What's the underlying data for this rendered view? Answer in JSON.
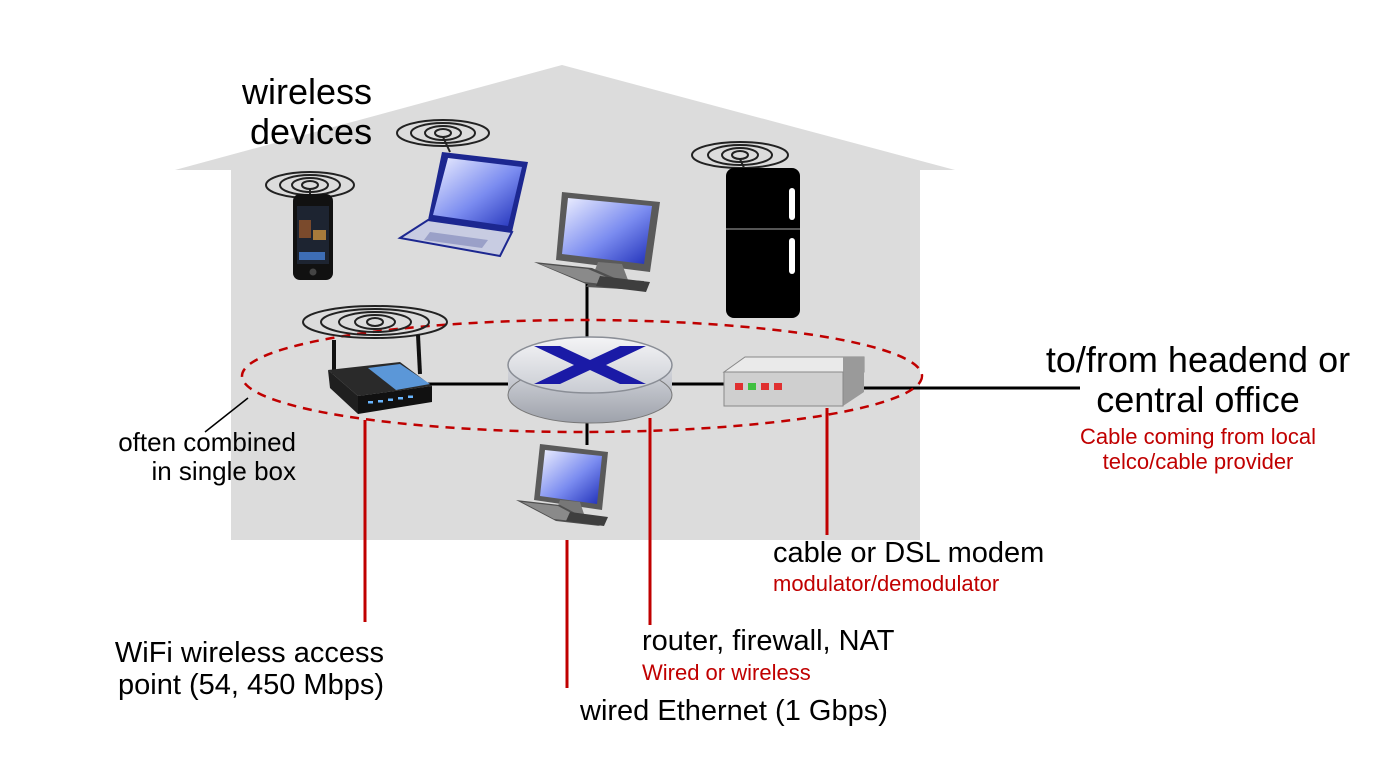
{
  "labels": {
    "wireless_devices": [
      "wireless",
      "devices"
    ],
    "combined": [
      "often combined",
      "in single box"
    ],
    "headend": [
      "to/from headend or",
      "central office"
    ],
    "headend_note": [
      "Cable coming from local",
      "telco/cable provider"
    ],
    "modem": "cable or DSL modem",
    "modem_note": "modulator/demodulator",
    "router": "router, firewall, NAT",
    "router_note": "Wired or wireless",
    "wifi_ap": [
      "WiFi wireless access",
      "point (54, 450 Mbps)"
    ],
    "ethernet": "wired Ethernet (1 Gbps)"
  },
  "icons": [
    "smartphone-icon",
    "laptop-icon",
    "desktop-computer-icon",
    "refrigerator-icon",
    "wifi-router-icon",
    "network-router-icon",
    "modem-icon"
  ],
  "colors": {
    "house": "#dcdcdc",
    "callout": "#c00000",
    "router_x": "#1a1aa6",
    "screen": "#2b3fd6",
    "modem_leds": [
      "#e03030",
      "#40c040",
      "#e03030",
      "#e03030"
    ]
  }
}
